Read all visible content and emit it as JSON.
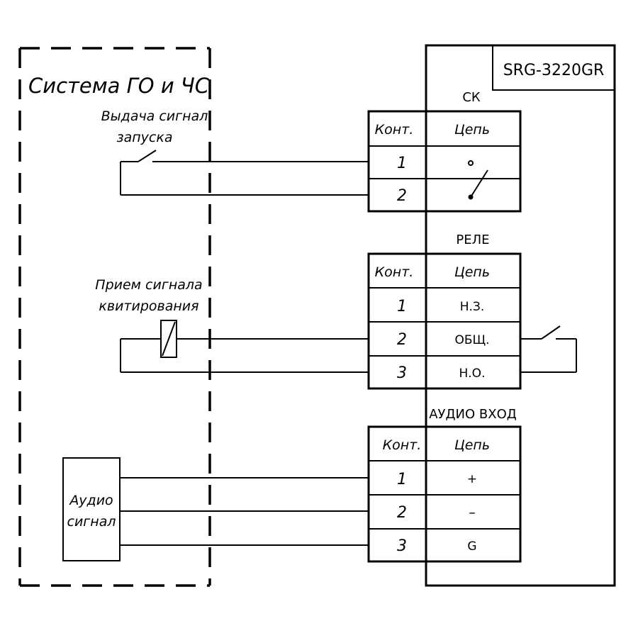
{
  "system_box": {
    "title": "Система ГО и ЧС",
    "start_output_label_line1": "Выдача сигнал",
    "start_output_label_line2": "запуска",
    "ack_input_label_line1": "Прием сигнала",
    "ack_input_label_line2": "квитирования",
    "audio_source_line1": "Аудио",
    "audio_source_line2": "сигнал"
  },
  "device": {
    "model": "SRG-3220GR"
  },
  "blocks": {
    "sk": {
      "title": "СК",
      "col_contact": "Конт.",
      "col_circuit": "Цепь",
      "rows": [
        {
          "contact": "1",
          "circuit": ""
        },
        {
          "contact": "2",
          "circuit": ""
        }
      ]
    },
    "relay": {
      "title": "РЕЛЕ",
      "col_contact": "Конт.",
      "col_circuit": "Цепь",
      "rows": [
        {
          "contact": "1",
          "circuit": "Н.З."
        },
        {
          "contact": "2",
          "circuit": "ОБЩ."
        },
        {
          "contact": "3",
          "circuit": "Н.О."
        }
      ]
    },
    "audio": {
      "title": "АУДИО ВХОД",
      "col_contact": "Конт.",
      "col_circuit": "Цепь",
      "rows": [
        {
          "contact": "1",
          "circuit": "+"
        },
        {
          "contact": "2",
          "circuit": "–"
        },
        {
          "contact": "3",
          "circuit": "G"
        }
      ]
    }
  }
}
